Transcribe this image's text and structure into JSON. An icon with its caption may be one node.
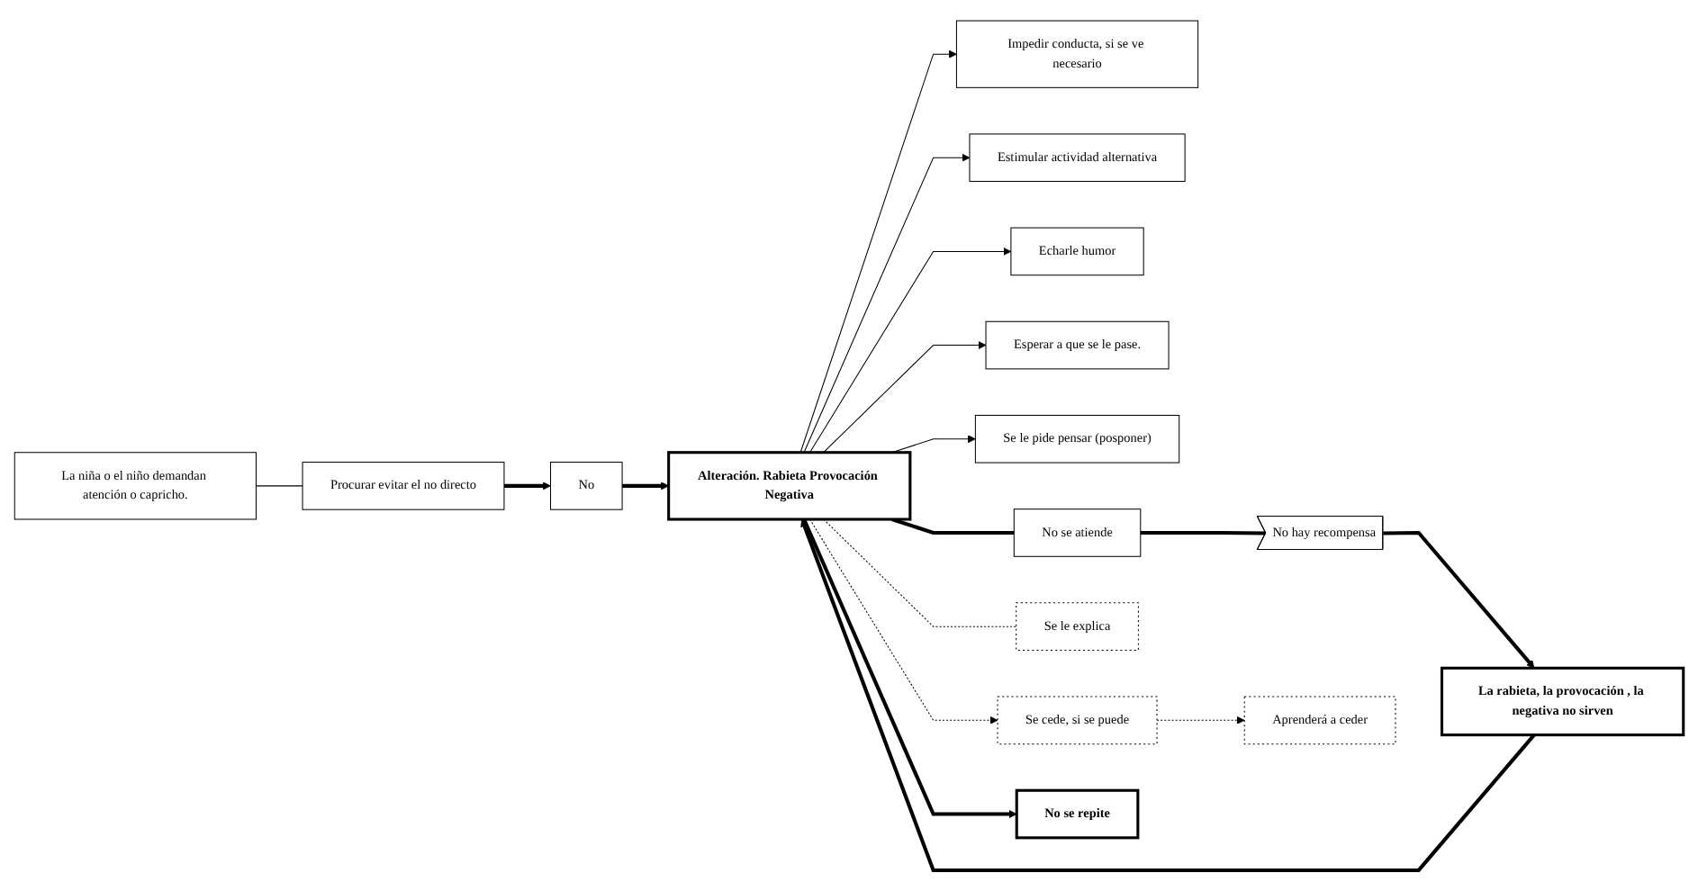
{
  "diagram": {
    "nodes": [
      {
        "text": [
          "Impedir conducta, si se ve necesario"
        ]
      },
      {
        "text": [
          "Estimular actividad alternativa"
        ]
      },
      {
        "text": [
          "Echarle humor"
        ]
      },
      {
        "text": [
          "Esperar a que se le pase."
        ]
      },
      {
        "text": [
          "Se le pide pensar (posponer)"
        ]
      },
      {
        "text": [
          "La niña o el niño demandan atención o capricho."
        ]
      },
      {
        "text": [
          "Procurar evitar el no directo"
        ]
      },
      {
        "text": [
          "No"
        ]
      },
      {
        "text": [
          "Alteración. Rabieta Provocación Negativa"
        ]
      },
      {
        "text": [
          "No se atiende"
        ]
      },
      {
        "text": [
          "No hay recompensa"
        ]
      },
      {
        "text": [
          "La rabieta, la provocación , la negativa no sirven"
        ]
      },
      {
        "text": [
          "Se le explica"
        ]
      },
      {
        "text": [
          "Se cede, si se puede"
        ]
      },
      {
        "text": [
          "Aprenderá a ceder"
        ]
      },
      {
        "text": [
          "No se repite"
        ]
      }
    ],
    "edges": [
      {
        "from": 8,
        "to": 0,
        "arrow": "to"
      },
      {
        "from": 8,
        "to": 1,
        "arrow": "to"
      },
      {
        "from": 8,
        "to": 2,
        "arrow": "to"
      },
      {
        "from": 8,
        "to": 3,
        "arrow": "to"
      },
      {
        "from": 8,
        "to": 4,
        "arrow": "to"
      },
      {
        "from": 5,
        "to": 6,
        "arrow": "none"
      },
      {
        "from": 6,
        "to": 7,
        "arrow": "to",
        "style": "thick"
      },
      {
        "from": 7,
        "to": 8,
        "arrow": "to",
        "style": "thick"
      },
      {
        "from": 8,
        "to": 9,
        "arrow": "none",
        "style": "thick"
      },
      {
        "from": 9,
        "to": 10,
        "arrow": "none",
        "style": "thick"
      },
      {
        "from": 10,
        "to": 11,
        "arrow": "to",
        "style": "thick"
      },
      {
        "from": 11,
        "to": 8,
        "arrow": "to",
        "style": "thick"
      },
      {
        "from": 8,
        "to": 12,
        "arrow": "none",
        "style": "dashed"
      },
      {
        "from": 8,
        "to": 13,
        "arrow": "to",
        "style": "dashed"
      },
      {
        "from": 13,
        "to": 14,
        "arrow": "to",
        "style": "dashed"
      },
      {
        "from": 8,
        "to": 15,
        "arrow": "to",
        "style": "thick"
      }
    ]
  }
}
